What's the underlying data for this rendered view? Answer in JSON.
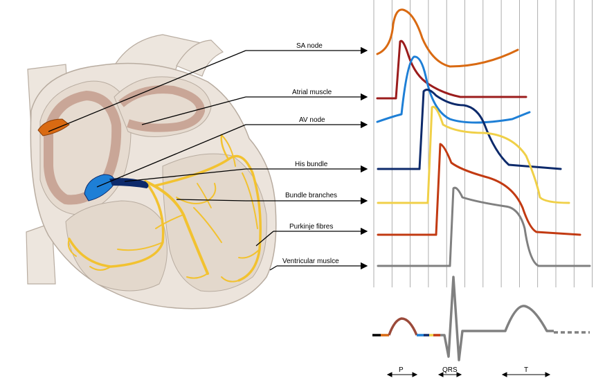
{
  "labels": {
    "sa_node": "SA node",
    "atrial_muscle": "Atrial muscle",
    "av_node": "AV node",
    "his_bundle": "His bundle",
    "bundle_branches": "Bundle branches",
    "purkinje_fibres": "Purkinje fibres",
    "ventricular_muscle": "Ventricular muslce"
  },
  "ecg": {
    "p_label": "P",
    "qrs_label": "QRS",
    "t_label": "T"
  },
  "colors": {
    "sa_node": "#d96a12",
    "atrial_muscle": "#9b1c1c",
    "av_node": "#1e7fd6",
    "his_bundle": "#0d2a6b",
    "bundle_branches": "#f0d048",
    "purkinje_fibres": "#c23a12",
    "ventricular_muscle": "#808080",
    "heart_fill": "#ece4dc",
    "heart_stroke": "#b8aca0",
    "conduction": "#f2c230",
    "grid": "#9a9a9a"
  }
}
